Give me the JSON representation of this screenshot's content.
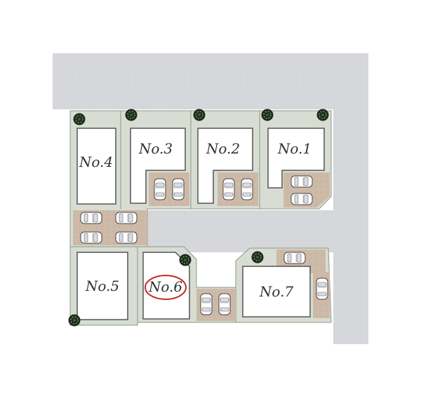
{
  "plan": {
    "colors": {
      "road": "#d6d7db",
      "lot_green": "#d7ddd2",
      "house": "#ffffff",
      "house_stroke": "#555555",
      "parking": "#cbb8a6",
      "tree": "#1e2a1e",
      "highlight_circle": "#c62828"
    },
    "lots": [
      {
        "id": "no4",
        "label": "No.4",
        "highlighted": false
      },
      {
        "id": "no3",
        "label": "No.3",
        "highlighted": false
      },
      {
        "id": "no2",
        "label": "No.2",
        "highlighted": false
      },
      {
        "id": "no1",
        "label": "No.1",
        "highlighted": false
      },
      {
        "id": "no5",
        "label": "No.5",
        "highlighted": false
      },
      {
        "id": "no6",
        "label": "No.6",
        "highlighted": true
      },
      {
        "id": "no7",
        "label": "No.7",
        "highlighted": false
      }
    ],
    "icons": {
      "tree": "tree-icon",
      "car": "car-icon"
    }
  }
}
